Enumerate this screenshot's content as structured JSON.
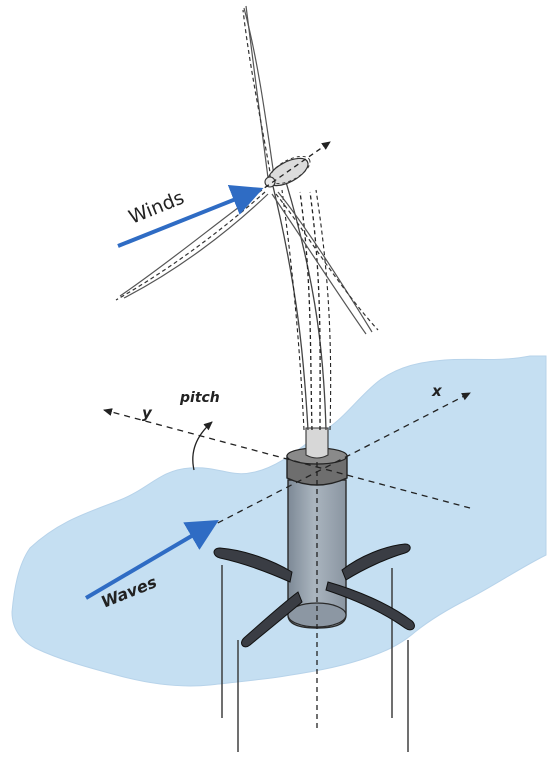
{
  "labels": {
    "winds": "Winds",
    "waves": "Waves",
    "pitch": "pitch",
    "axis_x": "x",
    "axis_y": "y"
  },
  "colors": {
    "water": "#c5dff2",
    "arrow": "#2f6cc4",
    "spar": "#98a4b0",
    "collar": "#6e6e6e",
    "mooring_arm": "#3a3d44"
  }
}
